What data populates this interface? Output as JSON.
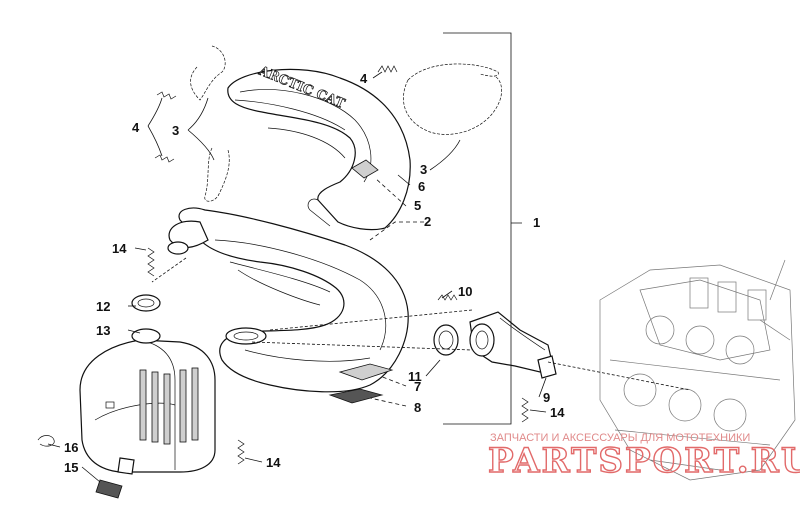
{
  "diagram": {
    "callouts": {
      "c1": "1",
      "c2": "2",
      "c3a": "3",
      "c3b": "3",
      "c4a": "4",
      "c4b": "4",
      "c5": "5",
      "c6": "6",
      "c7": "7",
      "c8": "8",
      "c9": "9",
      "c10": "10",
      "c11": "11",
      "c12": "12",
      "c13": "13",
      "c14a": "14",
      "c14b": "14",
      "c14c": "14",
      "c15": "15",
      "c16": "16"
    },
    "brand_on_part": "ARCTIC CAT"
  },
  "watermark": {
    "tagline": "ЗАПЧАСТИ И АКСЕССУАРЫ ДЛЯ МОТОТЕХНИКИ",
    "logo": "PARTSPORT.RU"
  },
  "colors": {
    "line": "#111111",
    "watermark": "#e26a6a",
    "background": "#ffffff"
  }
}
